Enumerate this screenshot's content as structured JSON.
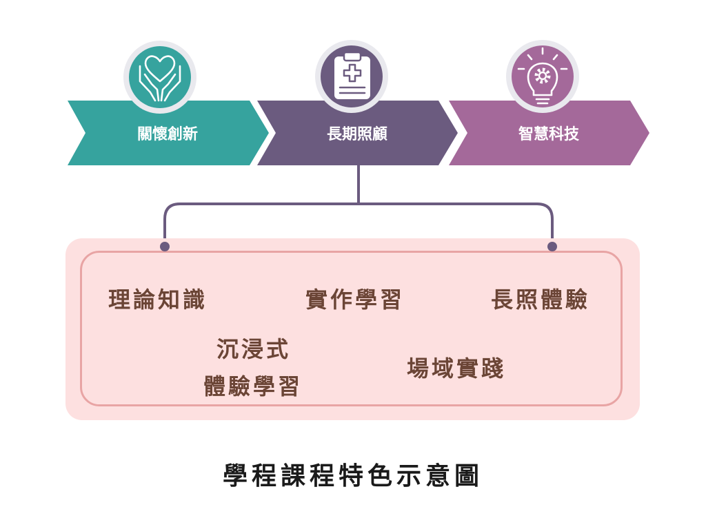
{
  "steps": [
    {
      "label": "關懷創新",
      "icon": "hands-heart-icon",
      "color": "#36a39e"
    },
    {
      "label": "長期照顧",
      "icon": "medical-clipboard-icon",
      "color": "#6b5b7f"
    },
    {
      "label": "智慧科技",
      "icon": "lightbulb-gear-icon",
      "color": "#a4699a"
    }
  ],
  "features": {
    "theory": "理論知識",
    "practice": "實作學習",
    "ltc_experience": "長照體驗",
    "immersive_line1": "沉浸式",
    "immersive_line2": "體驗學習",
    "field": "場域實踐"
  },
  "caption": "學程課程特色示意圖",
  "colors": {
    "connector": "#6b5b7f",
    "panel_bg": "#fde0e0",
    "panel_border": "#e8a4a4",
    "feature_text": "#6b4536"
  }
}
